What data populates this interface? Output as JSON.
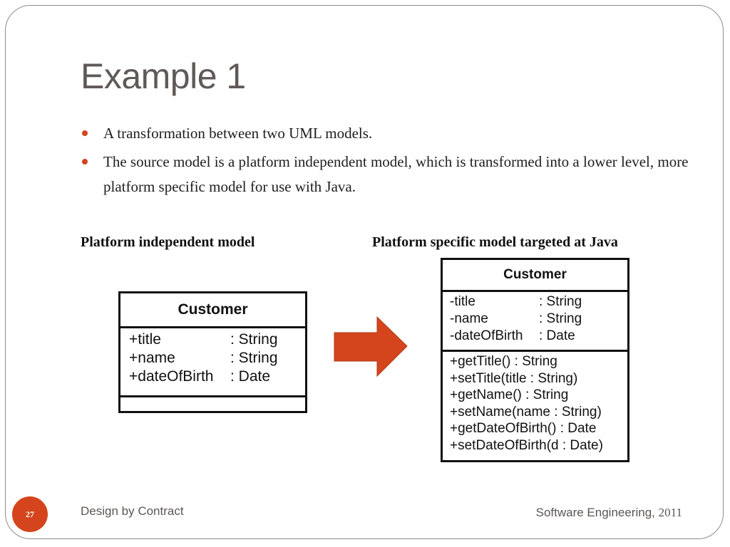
{
  "slide": {
    "title": "Example 1",
    "bullets": [
      "A transformation between two UML models.",
      "The source model is a platform independent model, which is transformed into a lower level, more platform specific model for use with Java."
    ]
  },
  "diagram": {
    "left_label": "Platform independent model",
    "right_label": "Platform specific model targeted at Java",
    "pim": {
      "class_name": "Customer",
      "attributes": [
        {
          "name": "+title",
          "type": ": String"
        },
        {
          "name": "+name",
          "type": ": String"
        },
        {
          "name": "+dateOfBirth",
          "type": ": Date"
        }
      ]
    },
    "psm": {
      "class_name": "Customer",
      "attributes": [
        {
          "name": "-title",
          "type": ": String"
        },
        {
          "name": "-name",
          "type": ": String"
        },
        {
          "name": "-dateOfBirth",
          "type": ": Date"
        }
      ],
      "operations": [
        "+getTitle() : String",
        "+setTitle(title : String)",
        "+getName() : String",
        "+setName(name : String)",
        "+getDateOfBirth() : Date",
        "+setDateOfBirth(d : Date)"
      ]
    },
    "arrow_color": "#d4451d"
  },
  "footer": {
    "page_number": "27",
    "left_text": "Design by Contract",
    "right_text": "Software Engineering,",
    "right_year": "2011"
  },
  "colors": {
    "accent": "#d4451d",
    "title": "#5f5a57"
  }
}
